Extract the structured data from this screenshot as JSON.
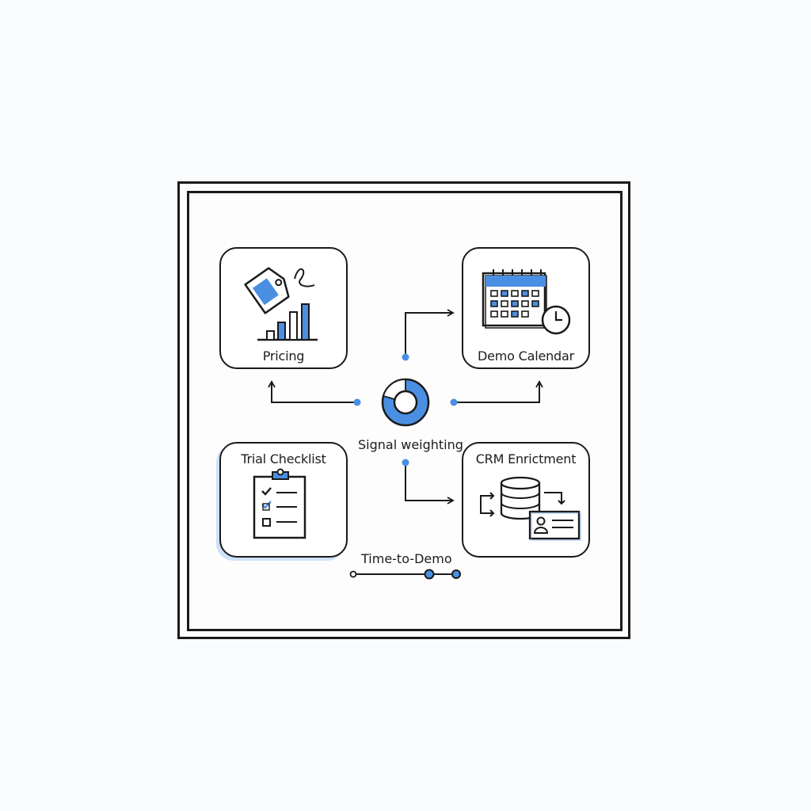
{
  "cards": {
    "pricing": {
      "label": "Pricing"
    },
    "demo_calendar": {
      "label": "Demo Calendar"
    },
    "trial_checklist": {
      "label": "Trial Checklist"
    },
    "crm_enrichment": {
      "label": "CRM Enrictment"
    }
  },
  "hub": {
    "label": "Signal weighting"
  },
  "timeline": {
    "label": "Time-to-Demo"
  },
  "colors": {
    "accent": "#4a8fe2",
    "accent_light": "#cfe1f7",
    "stroke": "#1a1a1a",
    "background": "#fafbfc"
  }
}
